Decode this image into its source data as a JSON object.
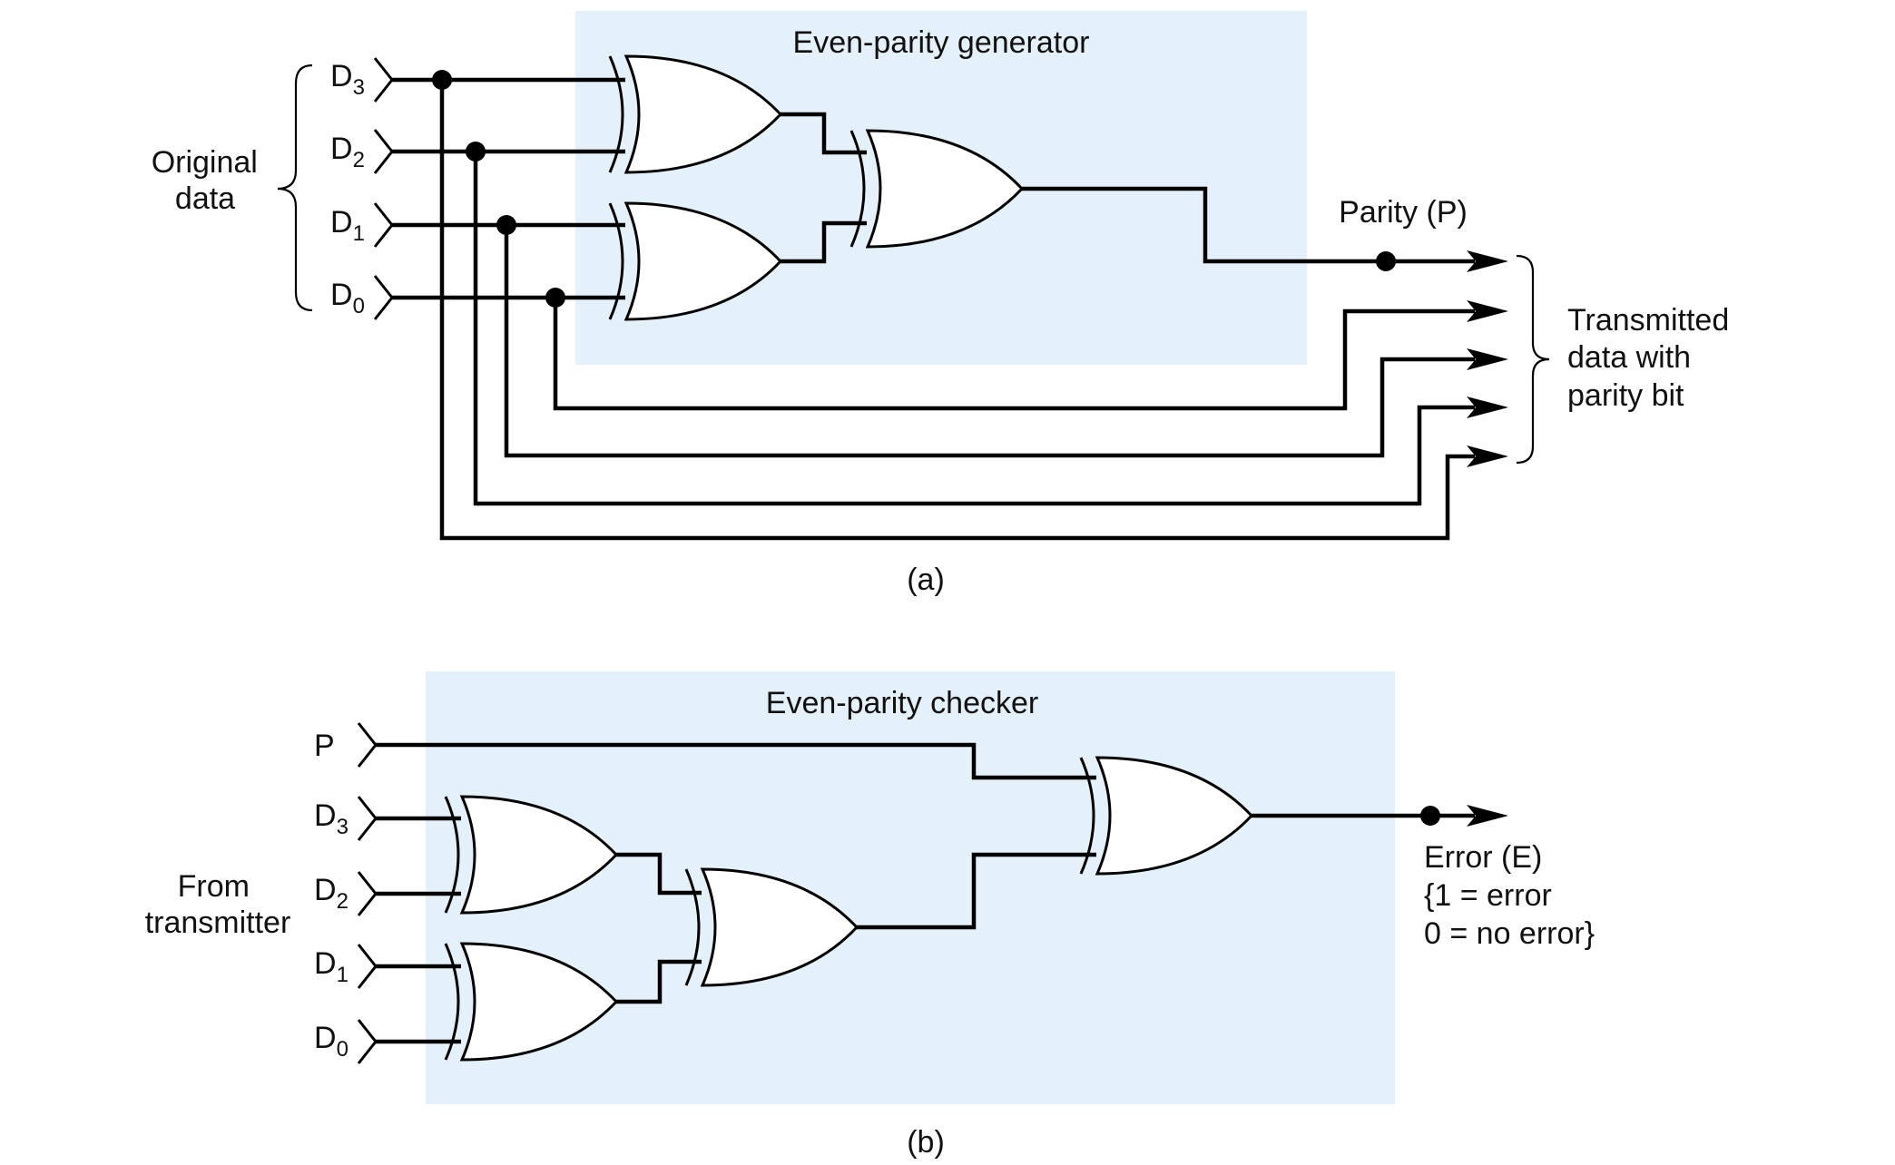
{
  "colors": {
    "panel_fill": "#e5f1fa",
    "ink": "#000000",
    "background": "#ffffff"
  },
  "part_a": {
    "panel_title": "Even-parity generator",
    "inputs": [
      {
        "letter": "D",
        "sub": "3"
      },
      {
        "letter": "D",
        "sub": "2"
      },
      {
        "letter": "D",
        "sub": "1"
      },
      {
        "letter": "D",
        "sub": "0"
      }
    ],
    "brace_label": [
      "Original",
      "data"
    ],
    "parity_label": "Parity (P)",
    "output_label": [
      "Transmitted",
      "data with",
      "parity bit"
    ],
    "caption": "(a)"
  },
  "part_b": {
    "panel_title": "Even-parity checker",
    "inputs": [
      {
        "letter": "P",
        "sub": ""
      },
      {
        "letter": "D",
        "sub": "3"
      },
      {
        "letter": "D",
        "sub": "2"
      },
      {
        "letter": "D",
        "sub": "1"
      },
      {
        "letter": "D",
        "sub": "0"
      }
    ],
    "source_label": [
      "From",
      "transmitter"
    ],
    "error_label": [
      "Error (E)",
      "{1 = error",
      "0 = no error}"
    ],
    "caption": "(b)"
  }
}
